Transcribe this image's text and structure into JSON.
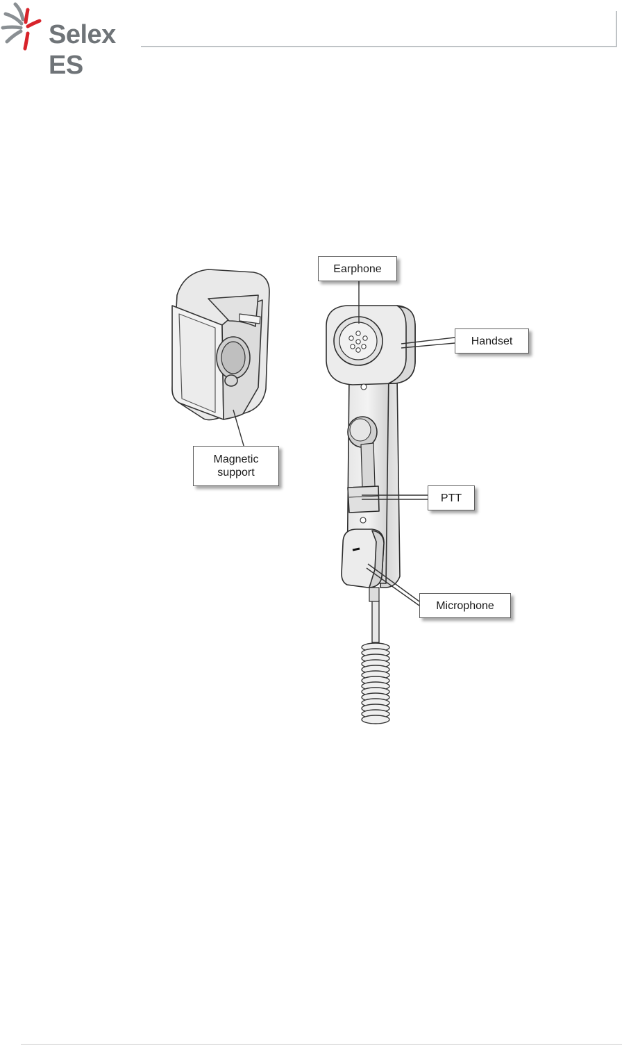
{
  "header": {
    "brand_name": "Selex ES",
    "brand_colors": {
      "red": "#d8232a",
      "gray": "#6f7478"
    }
  },
  "figure": {
    "labels": {
      "earphone": "Earphone",
      "handset": "Handset",
      "magnetic_support": "Magnetic\nsupport",
      "ptt": "PTT",
      "microphone": "Microphone"
    }
  }
}
